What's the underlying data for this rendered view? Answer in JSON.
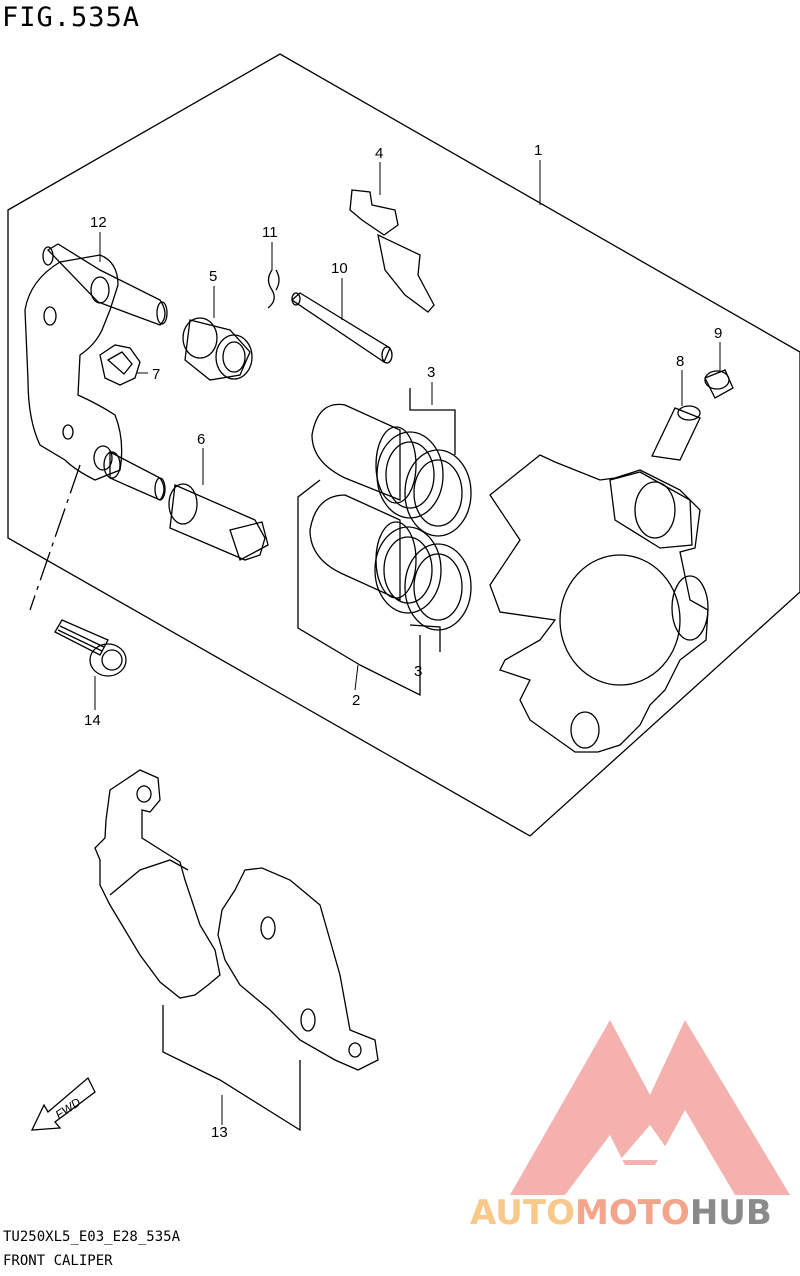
{
  "figure": {
    "title": "FIG.535A"
  },
  "parts": [
    {
      "num": "1"
    },
    {
      "num": "2"
    },
    {
      "num": "3"
    },
    {
      "num": "3"
    },
    {
      "num": "4"
    },
    {
      "num": "5"
    },
    {
      "num": "6"
    },
    {
      "num": "7"
    },
    {
      "num": "8"
    },
    {
      "num": "9"
    },
    {
      "num": "10"
    },
    {
      "num": "11"
    },
    {
      "num": "12"
    },
    {
      "num": "13"
    },
    {
      "num": "14"
    }
  ],
  "direction_marker": {
    "label": "FWD"
  },
  "footer": {
    "code": "TU250XL5_E03_E28_535A",
    "name": "FRONT CALIPER"
  },
  "watermark": {
    "part1": "AUTO",
    "part2": "MOTO",
    "part3": "HUB",
    "colors": {
      "auto": "#f8c98a",
      "moto": "#f4a48a",
      "hub": "#8a8a8a",
      "logo": "#f2a3a0"
    }
  }
}
